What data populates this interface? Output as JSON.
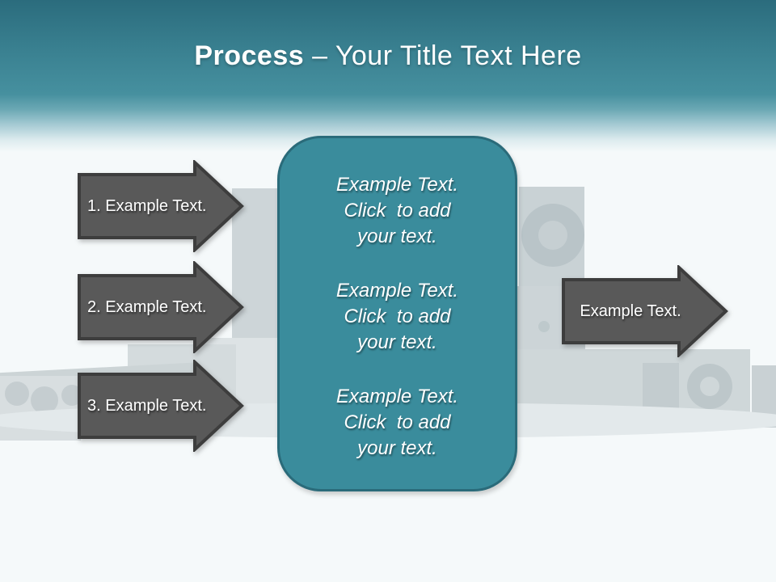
{
  "title": {
    "bold": "Process",
    "rest": " – Your Title Text Here"
  },
  "left_arrows": [
    {
      "label": "1. Example Text."
    },
    {
      "label": "2. Example Text."
    },
    {
      "label": "3. Example Text."
    }
  ],
  "center_box": {
    "blocks": [
      {
        "line1": "Example Text.",
        "line2": "Click  to add",
        "line3": "your text."
      },
      {
        "line1": "Example Text.",
        "line2": "Click  to add",
        "line3": "your text."
      },
      {
        "line1": "Example Text.",
        "line2": "Click  to add",
        "line3": "your text."
      }
    ]
  },
  "right_arrow": {
    "label": "Example Text."
  },
  "colors": {
    "header_top": "#2b6c7d",
    "header_mid": "#46909f",
    "box_fill": "#3a8c9c",
    "box_border": "#2a6b7a",
    "arrow_fill": "#595959",
    "arrow_border": "#3d3d3d",
    "background": "#f5f9fa",
    "text": "#ffffff"
  }
}
